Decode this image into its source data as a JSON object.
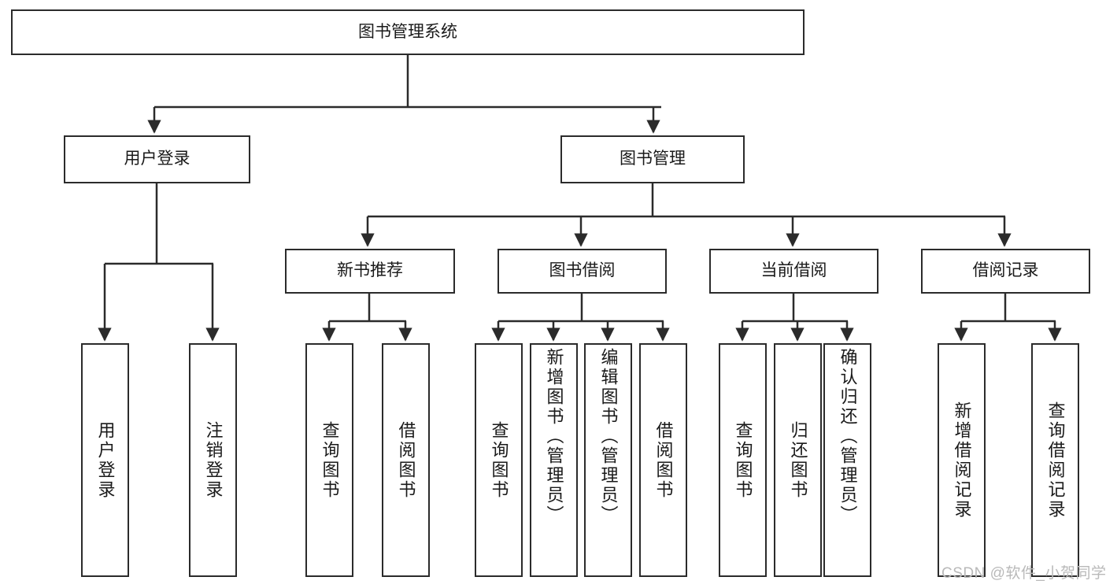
{
  "diagram": {
    "type": "hierarchy-tree",
    "title_node": {
      "id": "root",
      "label": "图书管理系统"
    },
    "level2": [
      {
        "id": "user-login",
        "label": "用户登录"
      },
      {
        "id": "book-management",
        "label": "图书管理"
      }
    ],
    "level3": [
      {
        "id": "new-book-recommend",
        "label": "新书推荐",
        "parent": "book-management"
      },
      {
        "id": "book-borrow",
        "label": "图书借阅",
        "parent": "book-management"
      },
      {
        "id": "current-borrow",
        "label": "当前借阅",
        "parent": "book-management"
      },
      {
        "id": "borrow-record",
        "label": "借阅记录",
        "parent": "book-management"
      }
    ],
    "leaves": [
      {
        "id": "leaf-user-login",
        "label": "用户登录",
        "parent": "user-login",
        "overflow": false
      },
      {
        "id": "leaf-logout",
        "label": "注销登录",
        "parent": "user-login",
        "overflow": false
      },
      {
        "id": "leaf-query-book-1",
        "label": "查询图书",
        "parent": "new-book-recommend",
        "overflow": false
      },
      {
        "id": "leaf-borrow-book-1",
        "label": "借阅图书",
        "parent": "new-book-recommend",
        "overflow": false
      },
      {
        "id": "leaf-query-book-2",
        "label": "查询图书",
        "parent": "book-borrow",
        "overflow": false
      },
      {
        "id": "leaf-add-book",
        "label": "新增图书（管理员）",
        "parent": "book-borrow",
        "overflow": true
      },
      {
        "id": "leaf-edit-book",
        "label": "编辑图书（管理员）",
        "parent": "book-borrow",
        "overflow": true
      },
      {
        "id": "leaf-borrow-book-2",
        "label": "借阅图书",
        "parent": "book-borrow",
        "overflow": false
      },
      {
        "id": "leaf-query-book-3",
        "label": "查询图书",
        "parent": "current-borrow",
        "overflow": false
      },
      {
        "id": "leaf-return-book",
        "label": "归还图书",
        "parent": "current-borrow",
        "overflow": false
      },
      {
        "id": "leaf-confirm-return",
        "label": "确认归还（管理员）",
        "parent": "current-borrow",
        "overflow": true
      },
      {
        "id": "leaf-add-record",
        "label": "新增借阅记录",
        "parent": "borrow-record",
        "overflow": false
      },
      {
        "id": "leaf-query-record",
        "label": "查询借阅记录",
        "parent": "borrow-record",
        "overflow": false
      }
    ],
    "colors": {
      "stroke": "#2b2b2b",
      "fill": "#ffffff",
      "text": "#1a1a1a",
      "watermark": "#b9b9b9"
    }
  },
  "watermark": {
    "text": "CSDN @软件_小贺同学"
  }
}
